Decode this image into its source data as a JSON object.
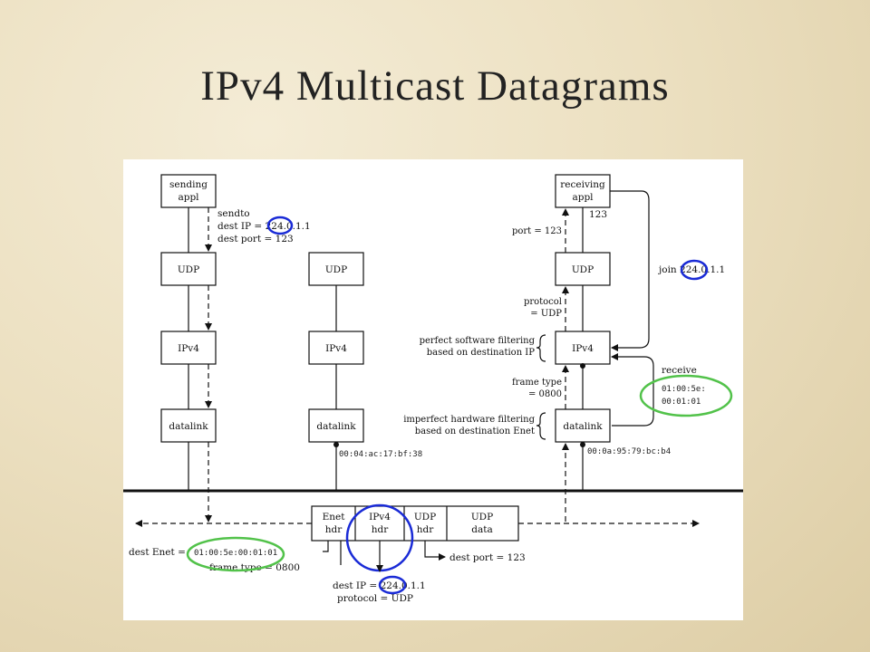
{
  "slide": {
    "title": "IPv4 Multicast Datagrams"
  },
  "sender": {
    "appl": [
      "sending",
      "appl"
    ],
    "sendto": "sendto",
    "dest_ip_label": "dest IP = ",
    "dest_ip_highlight": "224",
    "dest_ip_rest": ".0.1.1",
    "dest_port": "dest port = 123",
    "udp": "UDP",
    "ipv4": "IPv4",
    "datalink": "datalink"
  },
  "middle": {
    "udp": "UDP",
    "ipv4": "IPv4",
    "datalink": "datalink",
    "mac": "00:04:ac:17:bf:38"
  },
  "receiver": {
    "appl": [
      "receiving",
      "appl"
    ],
    "port_label": "port = 123",
    "port_value": "123",
    "udp": "UDP",
    "ipv4": "IPv4",
    "datalink": "datalink",
    "join_prefix": "join ",
    "join_highlight": "224",
    "join_rest": ".0.1.1",
    "protocol": [
      "protocol",
      "= UDP"
    ],
    "software_filter": [
      "perfect software filtering",
      "based on destination IP"
    ],
    "frame_type": [
      "frame type",
      "= 0800"
    ],
    "hardware_filter": [
      "imperfect hardware filtering",
      "based on destination Enet"
    ],
    "receive": "receive",
    "receive_mac": [
      "01:00:5e:",
      "00:01:01"
    ],
    "mac": "00:0a:95:79:bc:b4"
  },
  "packet": {
    "fields": [
      {
        "line1": "Enet",
        "line2": "hdr"
      },
      {
        "line1": "IPv4",
        "line2": "hdr"
      },
      {
        "line1": "UDP",
        "line2": "hdr"
      },
      {
        "line1": "UDP",
        "line2": "data"
      }
    ],
    "dest_enet_label": "dest Enet = ",
    "dest_enet_value": "01:00:5e:00:01:01",
    "frame_type": "frame type = 0800",
    "dest_port": "dest port = 123",
    "dest_ip_label": "dest IP = ",
    "dest_ip_highlight": "224",
    "dest_ip_rest": ".0.1.1",
    "protocol": "protocol = UDP"
  },
  "colors": {
    "highlight_blue": "#1a2bd6",
    "highlight_green": "#52c24a"
  }
}
